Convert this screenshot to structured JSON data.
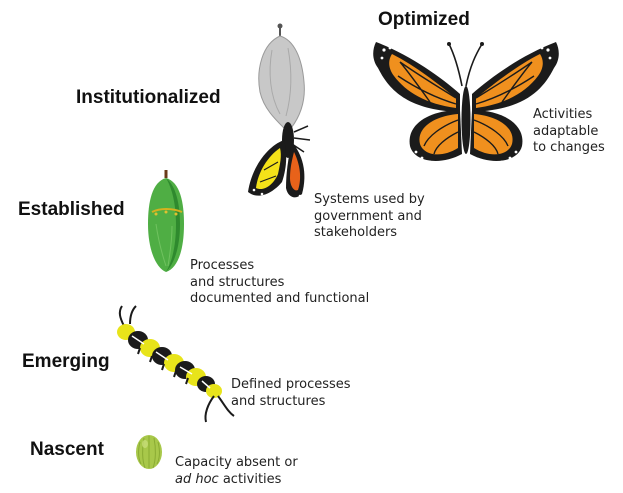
{
  "stages": [
    {
      "id": "optimized",
      "label": "Optimized",
      "description": [
        "Activities",
        "adaptable",
        "to changes"
      ]
    },
    {
      "id": "institutionalized",
      "label": "Institutionalized",
      "description": [
        "Systems used by",
        "government and",
        "stakeholders"
      ]
    },
    {
      "id": "established",
      "label": "Established",
      "description": [
        "Processes",
        "and structures",
        "documented and functional"
      ]
    },
    {
      "id": "emerging",
      "label": "Emerging",
      "description": [
        "Defined processes",
        "and structures"
      ]
    },
    {
      "id": "nascent",
      "label": "Nascent",
      "description_line1": "Capacity absent or",
      "description_line2_italic": "ad hoc",
      "description_line2_rest": " activities"
    }
  ],
  "colors": {
    "butterfly_orange": "#f0901e",
    "butterfly_black": "#1b1b1b",
    "chrysalis_green": "#4fae44",
    "chrysalis_gray": "#b8b8b8",
    "caterpillar_yellow": "#e8e41a",
    "egg_green": "#a8c84a",
    "text": "#222222"
  }
}
